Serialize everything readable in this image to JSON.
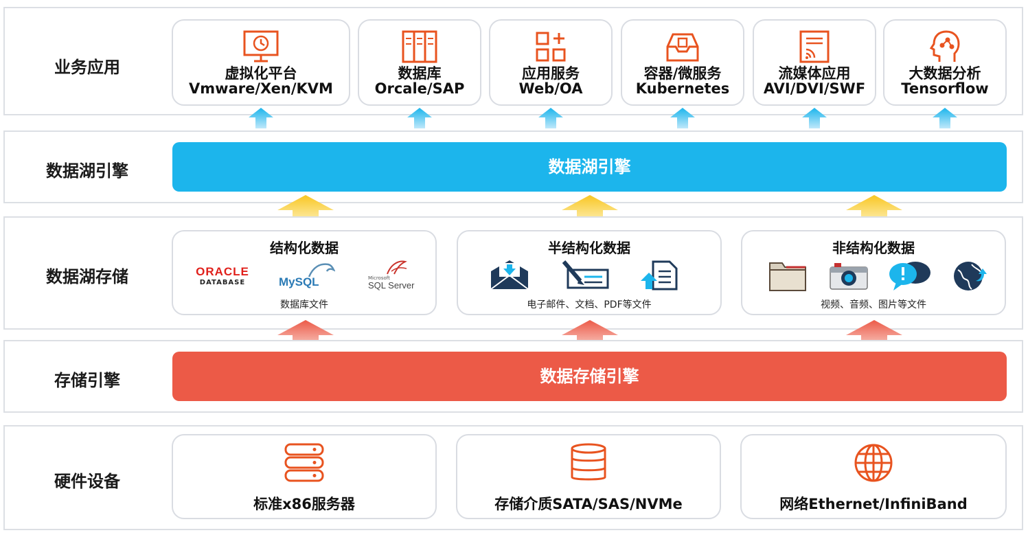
{
  "layers": {
    "business": "业务应用",
    "engine": "数据湖引擎",
    "storage": "数据湖存储",
    "storage_engine": "存储引擎",
    "hardware": "硬件设备"
  },
  "apps": [
    {
      "title": "虚拟化平台",
      "sub": "Vmware/Xen/KVM",
      "icon": "monitor-clock-icon"
    },
    {
      "title": "数据库",
      "sub": "Orcale/SAP",
      "icon": "server-rack-icon"
    },
    {
      "title": "应用服务",
      "sub": "Web/OA",
      "icon": "app-grid-icon"
    },
    {
      "title": "容器/微服务",
      "sub": "Kubernetes",
      "icon": "container-box-icon"
    },
    {
      "title": "流媒体应用",
      "sub": "AVI/DVI/SWF",
      "icon": "streaming-doc-icon"
    },
    {
      "title": "大数据分析",
      "sub": "Tensorflow",
      "icon": "head-brain-icon"
    }
  ],
  "engine_bar": "数据湖引擎",
  "data_types": {
    "structured": {
      "title": "结构化数据",
      "caption": "数据库文件",
      "logos": {
        "oracle": "ORACLE",
        "oracle_sub": "DATABASE",
        "mysql": "MySQL",
        "sqlserver_small": "Microsoft",
        "sqlserver": "SQL Server"
      }
    },
    "semi": {
      "title": "半结构化数据",
      "caption": "电子邮件、文档、PDF等文件"
    },
    "unstructured": {
      "title": "非结构化数据",
      "caption": "视频、音频、图片等文件"
    }
  },
  "storage_bar": "数据存储引擎",
  "hardware": [
    {
      "label": "标准x86服务器",
      "icon": "server-stack-icon"
    },
    {
      "label": "存储介质SATA/SAS/NVMe",
      "icon": "database-cylinder-icon"
    },
    {
      "label": "网络Ethernet/InfiniBand",
      "icon": "globe-network-icon"
    }
  ],
  "colors": {
    "accent_orange": "#e8531f",
    "engine_blue": "#1cb5ec",
    "storage_red": "#ec5a47",
    "arrow_yellow": "#f9c623",
    "border_gray": "#d9dce2"
  }
}
